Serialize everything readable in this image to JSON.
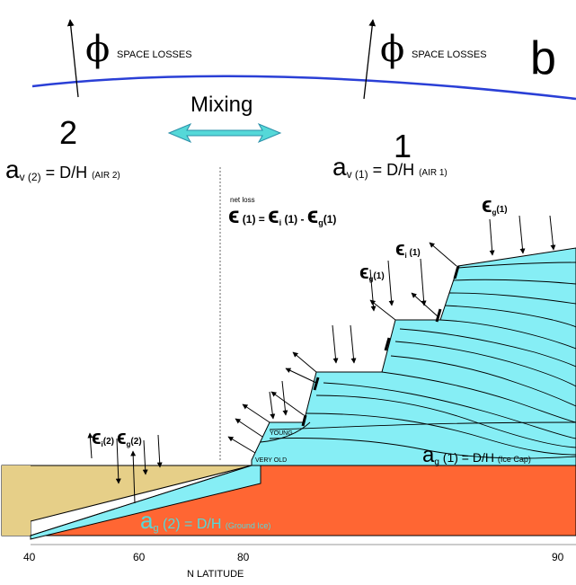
{
  "panel_letter": "b",
  "space_losses": {
    "symbol": "ϕ",
    "label": "SPACE LOSSES"
  },
  "mixing_label": "Mixing",
  "reservoir_numbers": {
    "left": "2",
    "right": "1"
  },
  "air_ratios": {
    "left": {
      "sym": "a",
      "sub": "v (2)",
      "eq": " = D/H ",
      "src": "(AIR 2)"
    },
    "right": {
      "sym": "a",
      "sub": "v (1)",
      "eq": " = D/H ",
      "src": "(AIR 1)"
    }
  },
  "net_loss": {
    "caption": "net loss",
    "eps_net": "ϵ",
    "arg_net": " (1) = ",
    "eps_i": "ϵ",
    "sub_i": "i",
    "arg_i": " (1) - ",
    "eps_g": "ϵ",
    "sub_g": "g",
    "arg_g": "(1)"
  },
  "flux_labels": {
    "eg1_top": {
      "eps": "ϵ",
      "sub": "g",
      "arg": "(1)"
    },
    "ei1": {
      "eps": "ϵ",
      "sub": "i",
      "arg": " (1)"
    },
    "eg1_mid": {
      "eps": "ϵ",
      "sub": "g",
      "arg": "(1)"
    },
    "left": {
      "eps1": "ϵ",
      "sub1": "i",
      "arg1": "(2)",
      "eps2": "ϵ",
      "sub2": "g",
      "arg2": "(2)"
    }
  },
  "layer_labels": {
    "young": "YOUNG",
    "very_old": "VERY OLD"
  },
  "ice_cap_ratio": {
    "sym": "a",
    "sub": "g",
    "eq": "  (1) = D/H ",
    "src": "(Ice Cap)"
  },
  "ground_ice_ratio": {
    "sym": "a",
    "sub": "g",
    "eq": "  (2) = D/H ",
    "src": "(Ground Ice)"
  },
  "axis": {
    "ticks": [
      "40",
      "60",
      "80",
      "90"
    ],
    "label": "N LATITUDE"
  },
  "colors": {
    "atmosphere_line": "#2a3fd6",
    "ice": "#86eef5",
    "ground": "#ff6633",
    "sediment": "#e6cf88",
    "arrow": "#55d8d8"
  }
}
